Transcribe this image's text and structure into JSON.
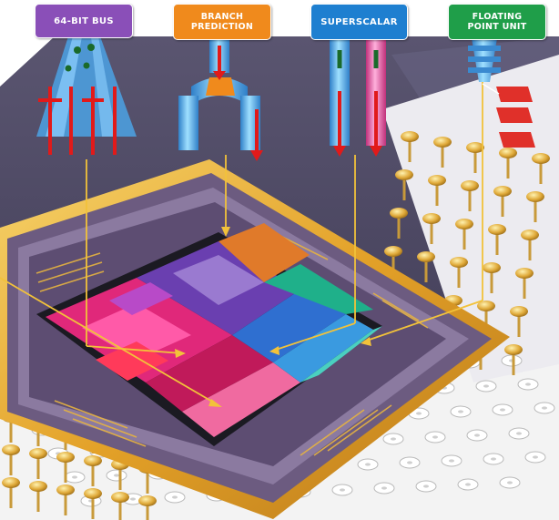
{
  "labels": {
    "bus": {
      "line1": "64-Bit Bus",
      "color": "#8a4fb8"
    },
    "branch": {
      "line1": "Branch",
      "line2": "Prediction",
      "color": "#f08a1c"
    },
    "superscalar": {
      "line1": "Superscalar",
      "color": "#1e7fd0"
    },
    "fpu": {
      "line1": "Floating",
      "line2": "point unit",
      "color": "#1f9e49"
    }
  },
  "colors": {
    "background": "#ffffff",
    "board": "#4a4660",
    "package_gold": "#e7a72a",
    "arrow_red": "#e11a1a",
    "pointer_line": "#f2c23a",
    "pin_gold": "#d9a441"
  }
}
